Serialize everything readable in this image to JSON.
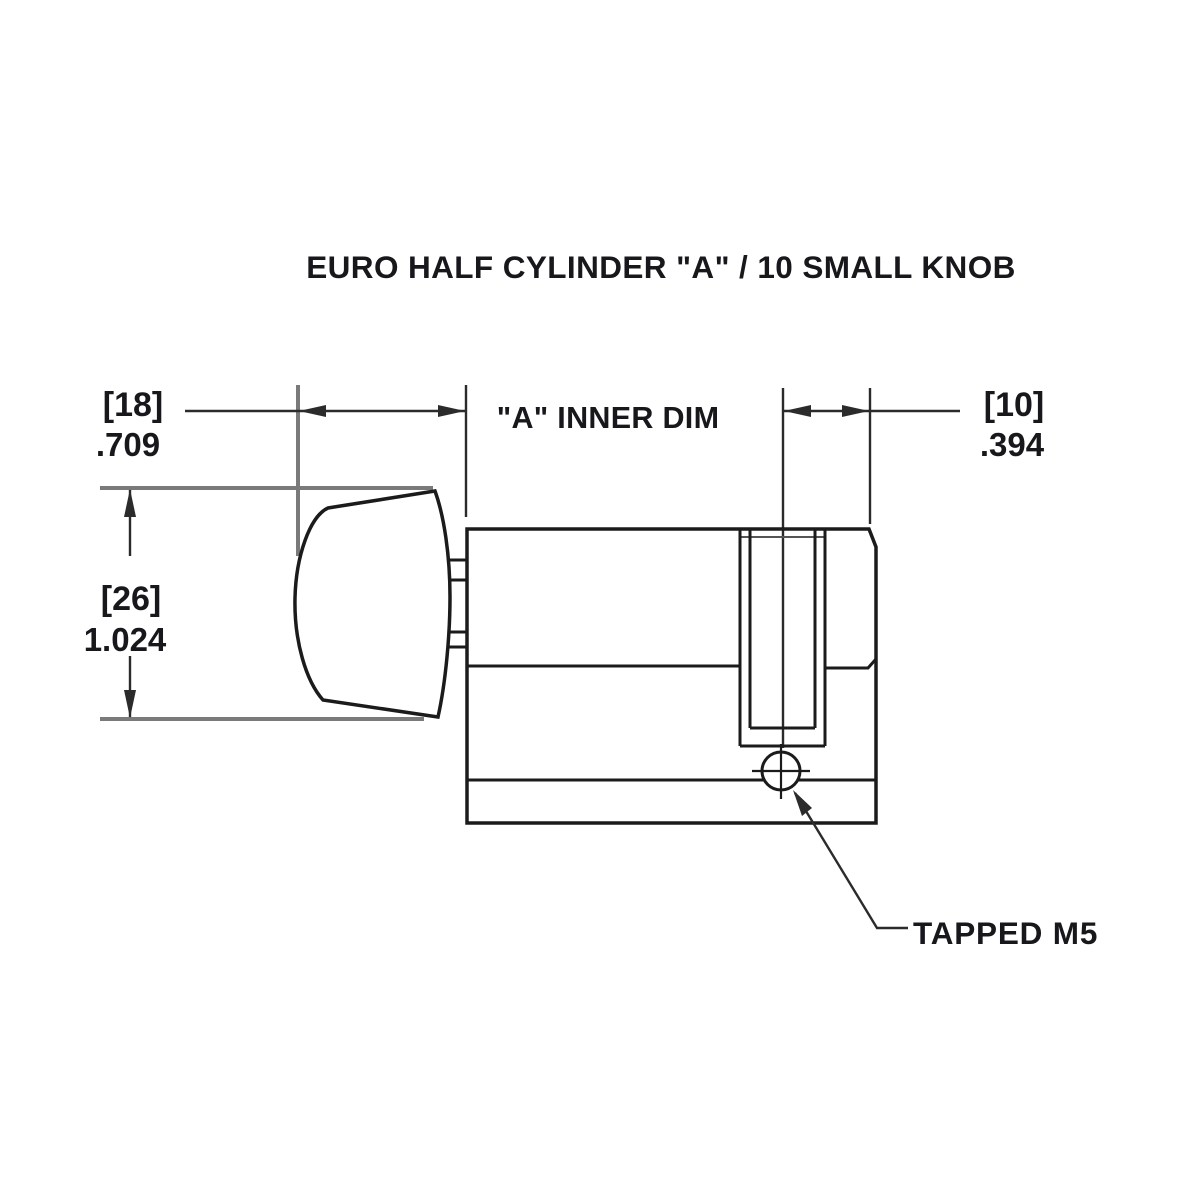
{
  "title": "EURO HALF CYLINDER \"A\" / 10  SMALL KNOB",
  "dimensions": {
    "knob_depth_mm": "[18]",
    "knob_depth_in": ".709",
    "inner_dim_label": "\"A\" INNER DIM",
    "rear_offset_mm": "[10]",
    "rear_offset_in": ".394",
    "knob_height_mm": "[26]",
    "knob_height_in": "1.024",
    "tapped_hole_label": "TAPPED M5"
  },
  "colors": {
    "line": "#1b1b1b",
    "dim": "#2b2b2b",
    "ext": "#7a7a7a",
    "text": "#17171c",
    "bg": "#ffffff"
  }
}
